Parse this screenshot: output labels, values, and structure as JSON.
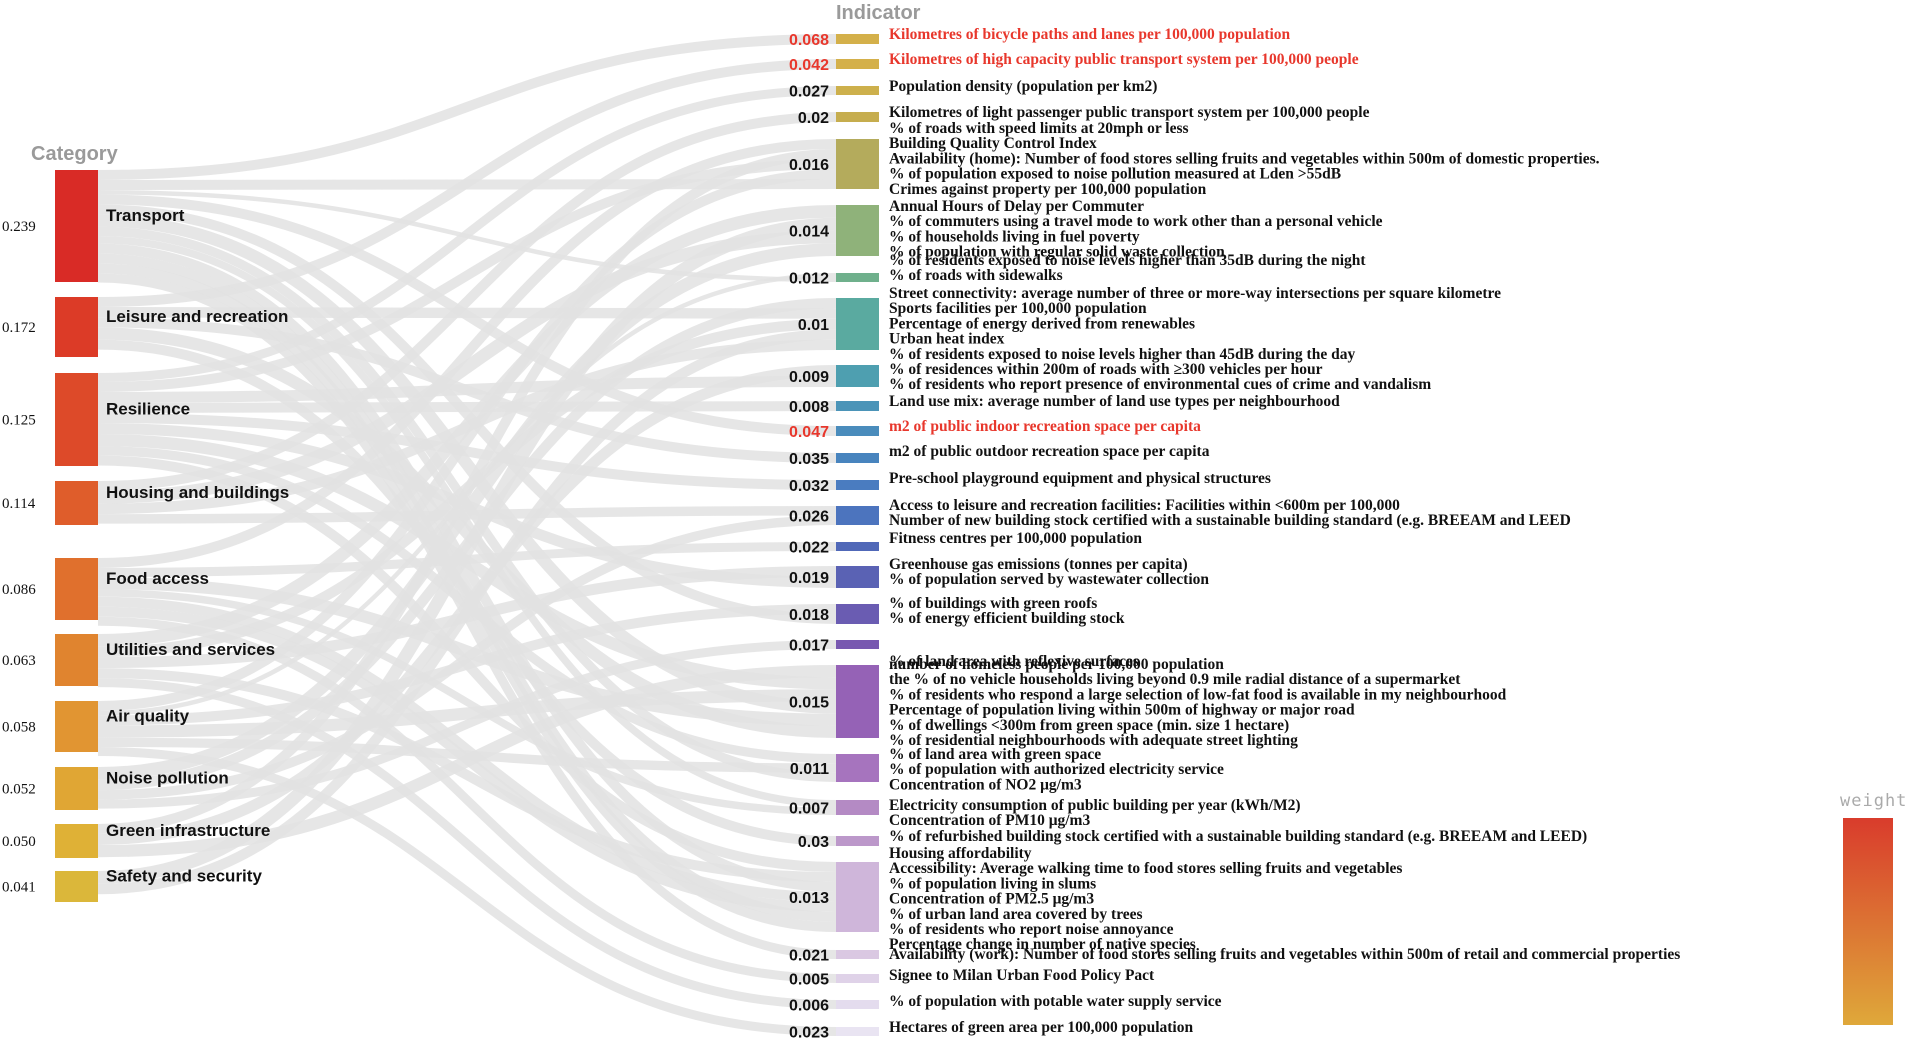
{
  "headers": {
    "category": "Category",
    "indicator": "Indicator"
  },
  "legend": {
    "title": "weight",
    "colors": [
      "#d93c2c",
      "#dfa83a"
    ]
  },
  "colors": {
    "highlight": "#e8372c",
    "text": "#111111",
    "link": "#e2e2e2"
  },
  "categories": [
    {
      "label": "Transport",
      "value": "0.239"
    },
    {
      "label": "Leisure and recreation",
      "value": "0.172"
    },
    {
      "label": "Resilience",
      "value": "0.125"
    },
    {
      "label": "Housing and buildings",
      "value": "0.114"
    },
    {
      "label": "Food access",
      "value": "0.086"
    },
    {
      "label": "Utilities and services",
      "value": "0.063"
    },
    {
      "label": "Air quality",
      "value": "0.058"
    },
    {
      "label": "Noise pollution",
      "value": "0.052"
    },
    {
      "label": "Green infrastructure",
      "value": "0.050"
    },
    {
      "label": "Safety and security",
      "value": "0.041"
    }
  ],
  "indicators": [
    {
      "value": "0.068",
      "highlight": true,
      "color": "#d4b04a",
      "labels": [
        "Kilometres of bicycle paths and lanes per 100,000 population"
      ]
    },
    {
      "value": "0.042",
      "highlight": true,
      "color": "#d4b04a",
      "labels": [
        "Kilometres of high capacity public transport system per 100,000 people"
      ]
    },
    {
      "value": "0.027",
      "highlight": false,
      "color": "#cdb04c",
      "labels": [
        "Population density (population per km2)"
      ]
    },
    {
      "value": "0.02",
      "highlight": false,
      "color": "#c6ad4e",
      "labels": [
        "Kilometres of light passenger public transport system per 100,000 people"
      ]
    },
    {
      "value": "0.016",
      "highlight": false,
      "color": "#b4ab5c",
      "labels": [
        "% of roads with speed limits at 20mph or less",
        "Building Quality Control Index",
        "Availability (home): Number of food stores selling fruits and vegetables within 500m of domestic properties.",
        "% of population exposed to noise pollution measured at Lden >55dB",
        "Crimes against property per 100,000 population"
      ]
    },
    {
      "value": "0.014",
      "highlight": false,
      "color": "#8fb27a",
      "labels": [
        "Annual Hours of Delay per Commuter",
        "% of commuters using a travel mode to work other than a personal vehicle",
        "% of households living in fuel poverty",
        "% of population with regular solid waste collection"
      ]
    },
    {
      "value": "0.012",
      "highlight": false,
      "color": "#6fb08c",
      "labels": [
        "% of residents exposed to noise levels higher than 35dB during the night",
        "% of roads with sidewalks"
      ]
    },
    {
      "value": "0.01",
      "highlight": false,
      "color": "#5aaaa0",
      "labels": [
        "Street connectivity: average number of three or more-way intersections per square kilometre",
        "Sports facilities per 100,000 population",
        "Percentage of energy derived from renewables",
        "Urban heat index",
        "% of residents exposed to noise levels higher than 45dB during the day"
      ]
    },
    {
      "value": "0.009",
      "highlight": false,
      "color": "#4e9fb0",
      "labels": [
        "% of residences within 200m of roads with ≥300 vehicles per hour",
        "% of residents who report presence of environmental cues of crime and vandalism"
      ]
    },
    {
      "value": "0.008",
      "highlight": false,
      "color": "#4b94b8",
      "labels": [
        "Land use mix: average number of land use types per neighbourhood"
      ]
    },
    {
      "value": "0.047",
      "highlight": true,
      "color": "#4a8cbc",
      "labels": [
        "m2 of public indoor recreation space per capita"
      ]
    },
    {
      "value": "0.035",
      "highlight": false,
      "color": "#4884be",
      "labels": [
        "m2 of public outdoor recreation space per capita"
      ]
    },
    {
      "value": "0.032",
      "highlight": false,
      "color": "#4a7cc0",
      "labels": [
        "Pre-school playground equipment and physical structures"
      ]
    },
    {
      "value": "0.026",
      "highlight": false,
      "color": "#4c74be",
      "labels": [
        "Access to leisure and recreation facilities: Facilities within <600m per 100,000",
        "Number of new building stock certified with a sustainable building standard (e.g. BREEAM and LEED"
      ]
    },
    {
      "value": "0.022",
      "highlight": false,
      "color": "#5068b8",
      "labels": [
        "Fitness centres per 100,000 population"
      ]
    },
    {
      "value": "0.019",
      "highlight": false,
      "color": "#5a62b4",
      "labels": [
        "Greenhouse gas emissions (tonnes per capita)",
        "% of population served by wastewater collection"
      ]
    },
    {
      "value": "0.018",
      "highlight": false,
      "color": "#6a5cb2",
      "labels": [
        "% of buildings with green roofs",
        "% of energy efficient building stock"
      ]
    },
    {
      "value": "0.017",
      "highlight": false,
      "color": "#7858b0",
      "labels": [
        "% of land area with reflexive surfaces"
      ]
    },
    {
      "value": "0.015",
      "highlight": false,
      "color": "#9562b6",
      "labels": [
        "number of homeless people per 100,000 population",
        "the % of no vehicle households living beyond 0.9 mile radial distance of a supermarket",
        "% of residents who respond a large selection of low-fat food is available in my neighbourhood",
        "Percentage of population living within 500m of highway or major road",
        "% of dwellings <300m from green space (min. size 1 hectare)",
        "% of residential neighbourhoods with adequate street lighting"
      ]
    },
    {
      "value": "0.011",
      "highlight": false,
      "color": "#a674be",
      "labels": [
        "% of land area with green space",
        "% of population with authorized electricity service",
        "Concentration of NO2 μg/m3"
      ]
    },
    {
      "value": "0.007",
      "highlight": false,
      "color": "#b48ac4",
      "labels": [
        "Electricity consumption of public building per year (kWh/M2)",
        "Concentration of PM10 μg/m3"
      ]
    },
    {
      "value": "0.03",
      "highlight": false,
      "color": "#bc98ca",
      "labels": [
        "% of refurbished building stock certified with a sustainable building standard (e.g. BREEAM and LEED)"
      ]
    },
    {
      "value": "0.013",
      "highlight": false,
      "color": "#cfb6da",
      "labels": [
        "Housing affordability",
        "Accessibility: Average walking time to food stores selling fruits and vegetables",
        "% of population living in slums",
        "Concentration of PM2.5 μg/m3",
        "% of urban land area covered by trees",
        "% of residents who report noise annoyance",
        "Percentage change in number of native species"
      ]
    },
    {
      "value": "0.021",
      "highlight": false,
      "color": "#dac8e2",
      "labels": [
        "Availability (work): Number of food stores selling fruits and vegetables within 500m of retail and commercial properties"
      ]
    },
    {
      "value": "0.005",
      "highlight": false,
      "color": "#dfd2e8",
      "labels": [
        "Signee to Milan Urban Food Policy Pact"
      ]
    },
    {
      "value": "0.006",
      "highlight": false,
      "color": "#e4dcee",
      "labels": [
        "% of population with potable water supply service"
      ]
    },
    {
      "value": "0.023",
      "highlight": false,
      "color": "#e9e4f2",
      "labels": [
        "Hectares of green area per 100,000 population"
      ]
    }
  ]
}
